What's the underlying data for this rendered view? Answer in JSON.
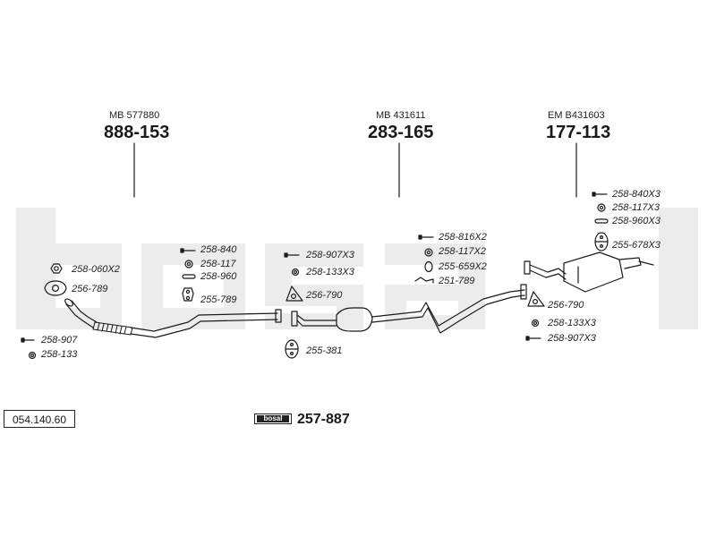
{
  "assemblies": [
    {
      "key": "front",
      "ref": "MB 577880",
      "number": "888-153"
    },
    {
      "key": "middle",
      "ref": "MB 431611",
      "number": "283-165"
    },
    {
      "key": "rear",
      "ref": "EM B431603",
      "number": "177-113"
    }
  ],
  "parts": {
    "front_left": [
      "258-060X2",
      "256-789",
      "258-907",
      "258-133"
    ],
    "front_joint": [
      "258-840",
      "258-117",
      "258-960",
      "255-789"
    ],
    "middle_front": [
      "258-907X3",
      "258-133X3",
      "256-790",
      "255-381"
    ],
    "middle_rear": [
      "258-816X2",
      "258-117X2",
      "255-659X2",
      "251-789"
    ],
    "rear_top": [
      "258-840X3",
      "258-117X3",
      "258-960X3",
      "255-678X3"
    ],
    "rear_bottom": [
      "256-790",
      "258-133X3",
      "258-907X3"
    ]
  },
  "catalog_number": "054.140.60",
  "kit": {
    "brand": "bosal",
    "number": "257-887"
  },
  "watermark": "bosal",
  "colors": {
    "ink": "#1a1a1a",
    "watermark": "#ececec"
  }
}
